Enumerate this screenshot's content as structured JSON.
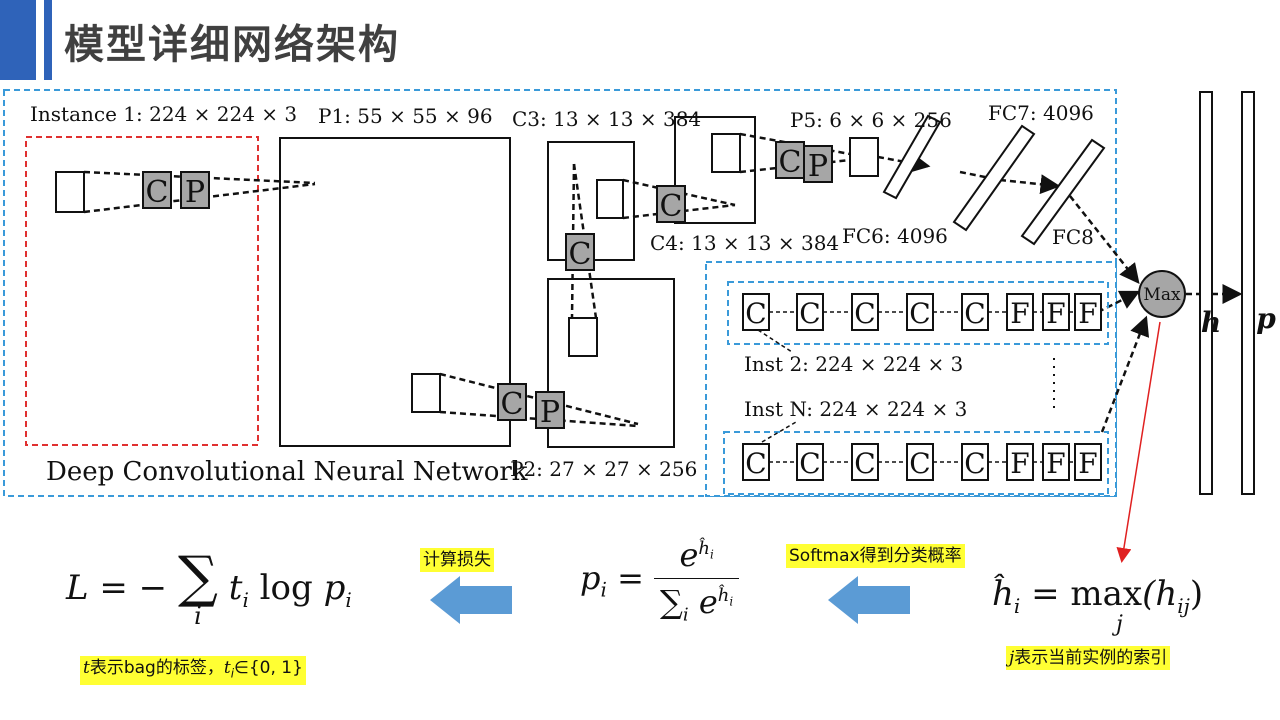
{
  "title": "模型详细网络架构",
  "diagram": {
    "instance1": "Instance 1: 224 × 224 × 3",
    "p1": "P1: 55 × 55 × 96",
    "c3": "C3: 13 × 13 × 384",
    "c4": "C4: 13 × 13 × 384",
    "p5": "P5: 6 × 6 × 256",
    "fc6": "FC6: 4096",
    "fc7": "FC7: 4096",
    "fc8": "FC8",
    "p2": "P2: 27 × 27 × 256",
    "dcnn": "Deep Convolutional Neural Network",
    "inst2": "Inst 2:  224 × 224 × 3",
    "instN": "Inst N:  224 × 224 × 3",
    "max": "Max",
    "h": "h",
    "p": "p",
    "layer_c": "C",
    "layer_p": "P",
    "layer_f": "F",
    "colors": {
      "red_box": "#e03030",
      "blue_box": "#3a9ad9",
      "gray_node": "#a6a6a6",
      "arrow_blue": "#5b9bd5"
    }
  },
  "labels": {
    "loss": "计算损失",
    "softmax": "Softmax得到分类概率",
    "t_desc_text": "表示bag的标签，",
    "t_var": "t",
    "ti_var": "t",
    "ti_sub": "i",
    "t_range": "∈{0, 1}",
    "j_var": "j",
    "j_desc": "表示当前实例的索引"
  },
  "formulas": {
    "loss_lhs": "L = −",
    "loss_sum": "∑",
    "loss_sub": "i",
    "loss_rhs": "t",
    "loss_rhs_sub": "i",
    "loss_log": " log ",
    "loss_p": "p",
    "loss_p_sub": "i",
    "p_lhs": "p",
    "p_lhs_sub": "i",
    "p_eq": " = ",
    "p_num": "e",
    "p_num_sup": "ĥ",
    "p_num_sup_sub": "i",
    "p_den_sum": "∑",
    "p_den_sub": "i",
    "p_den": " e",
    "p_den_sup": "ĥ",
    "p_den_sup_sub": "i",
    "h_lhs": "ĥ",
    "h_lhs_sub": "i",
    "h_eq": " = max",
    "h_sub": "j",
    "h_rhs": "(h",
    "h_rhs_sub": "ij",
    "h_close": ")"
  }
}
